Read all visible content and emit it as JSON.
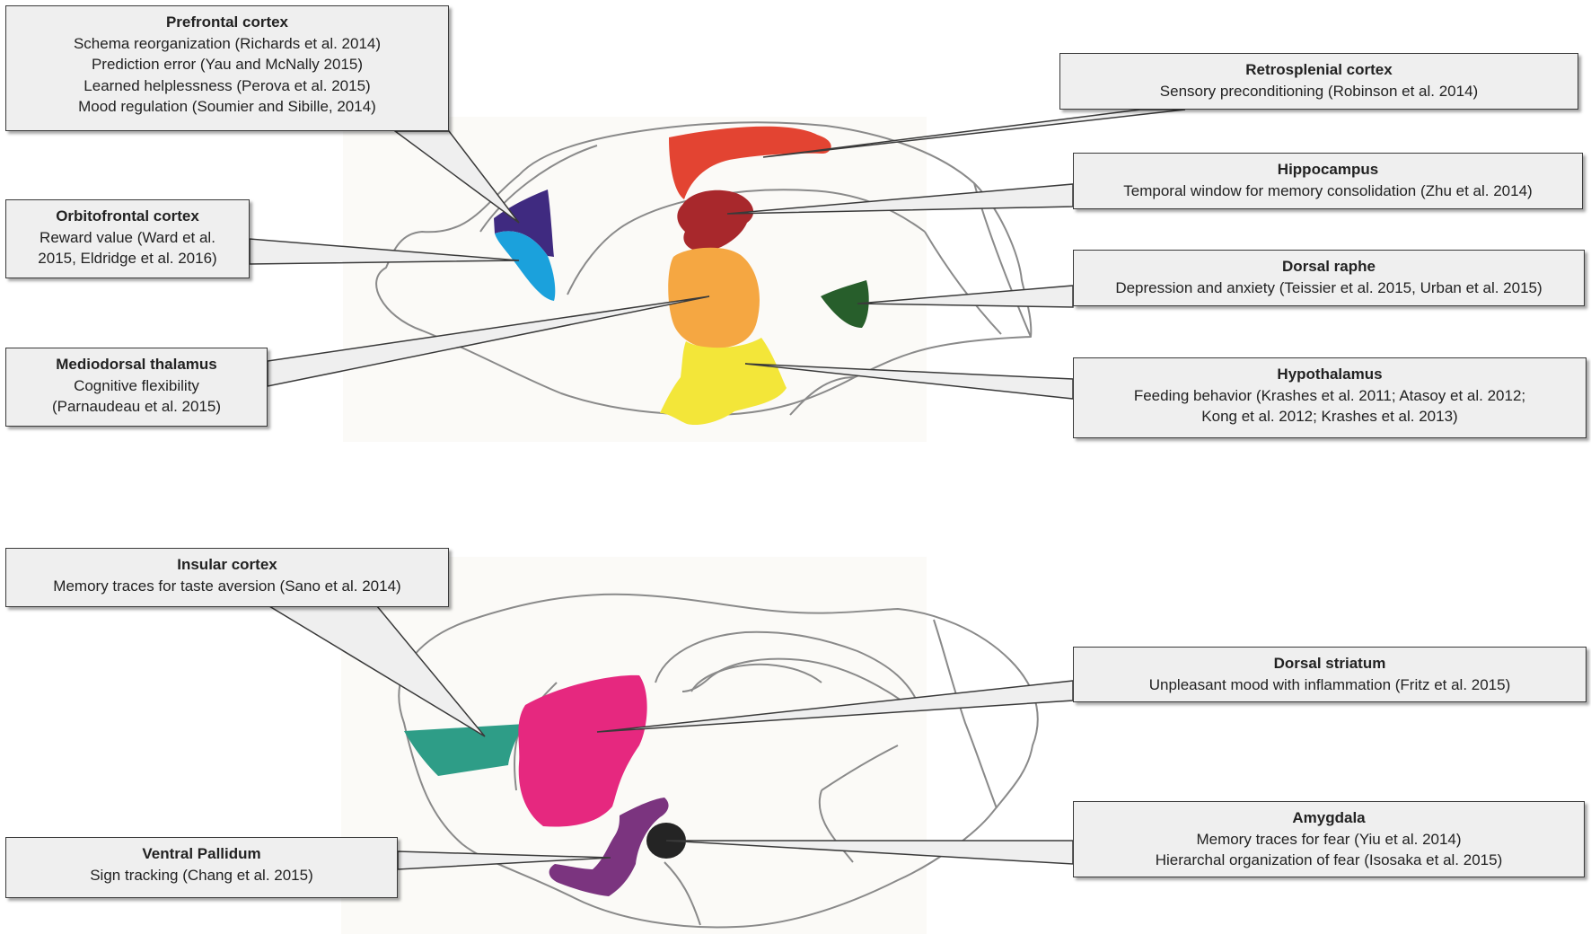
{
  "colors": {
    "prefrontal": "#3f2a80",
    "orbitofrontal": "#1ba1dc",
    "retrosplenial": "#e34432",
    "hippocampus": "#a8282c",
    "mediodorsal_thalamus": "#f5a742",
    "dorsal_raphe": "#275e2b",
    "hypothalamus": "#f3e639",
    "insular": "#2e9d87",
    "dorsal_striatum": "#e6287f",
    "ventral_pallidum": "#7b347f",
    "amygdala": "#242424",
    "callout_fill": "#efefef",
    "brain_outline": "#8a8a8a"
  },
  "callouts": {
    "prefrontal": {
      "title": "Prefrontal cortex",
      "lines": [
        "Schema reorganization (Richards et al. 2014)",
        "Prediction error (Yau and McNally 2015)",
        "Learned helplessness (Perova  et al. 2015)",
        "Mood regulation (Soumier and Sibille, 2014)"
      ]
    },
    "orbitofrontal": {
      "title": "Orbitofrontal cortex",
      "lines": [
        "Reward value (Ward et al.",
        "2015, Eldridge et al. 2016)"
      ]
    },
    "mediodorsal": {
      "title": "Mediodorsal thalamus",
      "lines": [
        "Cognitive flexibility",
        "(Parnaudeau  et al. 2015)"
      ]
    },
    "retrosplenial": {
      "title": "Retrosplenial cortex",
      "lines": [
        "Sensory preconditioning (Robinson et al. 2014)"
      ]
    },
    "hippocampus": {
      "title": "Hippocampus",
      "lines": [
        "Temporal  window for memory consolidation (Zhu et al. 2014)"
      ]
    },
    "dorsal_raphe": {
      "title": "Dorsal raphe",
      "lines": [
        "Depression  and anxiety (Teissier et al. 2015, Urban  et al. 2015)"
      ]
    },
    "hypothalamus": {
      "title": "Hypothalamus",
      "lines": [
        "Feeding behavior  (Krashes et al. 2011; Atasoy et al. 2012;",
        "Kong et al. 2012; Krashes et al. 2013)"
      ]
    },
    "insular": {
      "title": "Insular cortex",
      "lines": [
        "Memory traces for taste aversion  (Sano et al. 2014)"
      ]
    },
    "dorsal_striatum": {
      "title": "Dorsal striatum",
      "lines": [
        "Unpleasant  mood with inflammation (Fritz et al. 2015)"
      ]
    },
    "ventral_pallidum": {
      "title": "Ventral Pallidum",
      "lines": [
        "Sign tracking (Chang  et al. 2015)"
      ]
    },
    "amygdala": {
      "title": "Amygdala",
      "lines": [
        "Memory traces for fear (Yiu et al. 2014)",
        "Hierarchal organization of fear (Isosaka et al. 2015)"
      ]
    }
  }
}
